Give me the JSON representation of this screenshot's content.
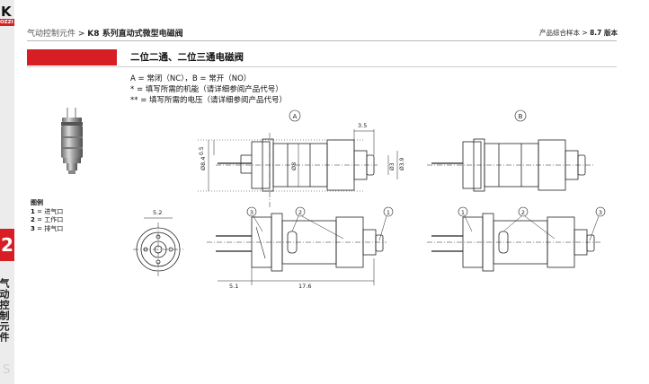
{
  "rail": {
    "logo_text": "K",
    "logo_sub": "OZZI",
    "chapter_number": "2",
    "chapter_side_label": "气动控制元件",
    "bottom_mark": "S"
  },
  "header": {
    "breadcrumb_main": "气动控制元件",
    "breadcrumb_sep": " > ",
    "breadcrumb_page": "K8 系列直动式微型电磁阀",
    "catalog": "产品综合样本",
    "catalog_sep": " > ",
    "version": "8.7 版本"
  },
  "section": {
    "title": "二位二通、二位三通电磁阀",
    "lines": [
      "A = 常闭（NC），B = 常开（NO）",
      "* = 填写所需的机能（请详细参阅产品代号）",
      "** = 填写所需的电压（请详细参阅产品代号）"
    ]
  },
  "legend": {
    "title": "图例",
    "items": [
      {
        "num": "1",
        "sep": " = ",
        "label": "进气口"
      },
      {
        "num": "2",
        "sep": " = ",
        "label": "工作口"
      },
      {
        "num": "3",
        "sep": " = ",
        "label": "排气口"
      }
    ]
  },
  "drawing": {
    "view_a_label": "A",
    "view_b_label": "B",
    "dim_3_5": "3.5",
    "dim_0_5": "0.5",
    "dim_phi_8_4": "Ø8.4",
    "dim_phi_8": "Ø8",
    "dim_phi_3": "Ø3",
    "dim_phi_3_9": "Ø3.9",
    "dim_5_2": "5.2",
    "dim_5_1": "5.1",
    "dim_17_6": "17.6",
    "callouts": [
      "1",
      "2",
      "3"
    ]
  },
  "colors": {
    "brand_red": "#d81e25"
  }
}
